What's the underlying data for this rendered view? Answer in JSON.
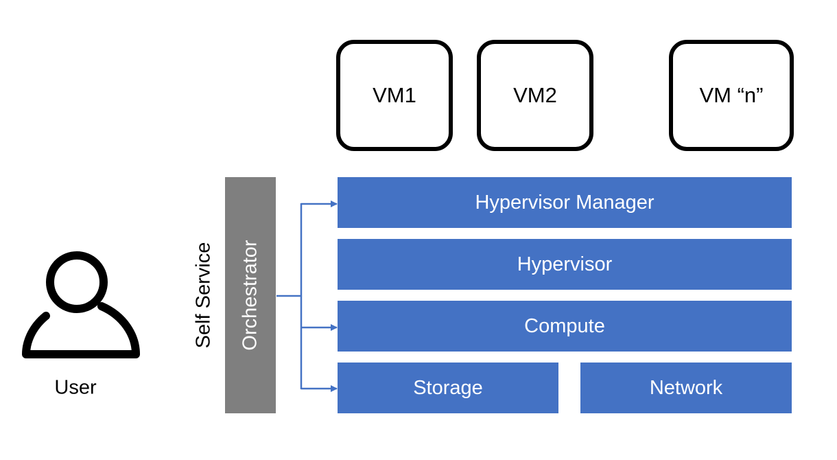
{
  "diagram": {
    "user": {
      "label": "User",
      "icon": "user-icon"
    },
    "self_service_label": "Self Service",
    "orchestrator_label": "Orchestrator",
    "vms": [
      {
        "label": "VM1"
      },
      {
        "label": "VM2"
      },
      {
        "label": "VM “n”"
      }
    ],
    "layers": {
      "hypervisor_manager": "Hypervisor Manager",
      "hypervisor": "Hypervisor",
      "compute": "Compute",
      "storage": "Storage",
      "network": "Network"
    },
    "connections": [
      {
        "from": "Orchestrator",
        "to": "Hypervisor Manager"
      },
      {
        "from": "Orchestrator",
        "to": "Compute"
      },
      {
        "from": "Orchestrator",
        "to": "Storage"
      }
    ],
    "colors": {
      "layer_fill": "#4472c4",
      "orchestrator_fill": "#7f7f7f",
      "connector": "#4472c4",
      "outline": "#000000"
    }
  }
}
